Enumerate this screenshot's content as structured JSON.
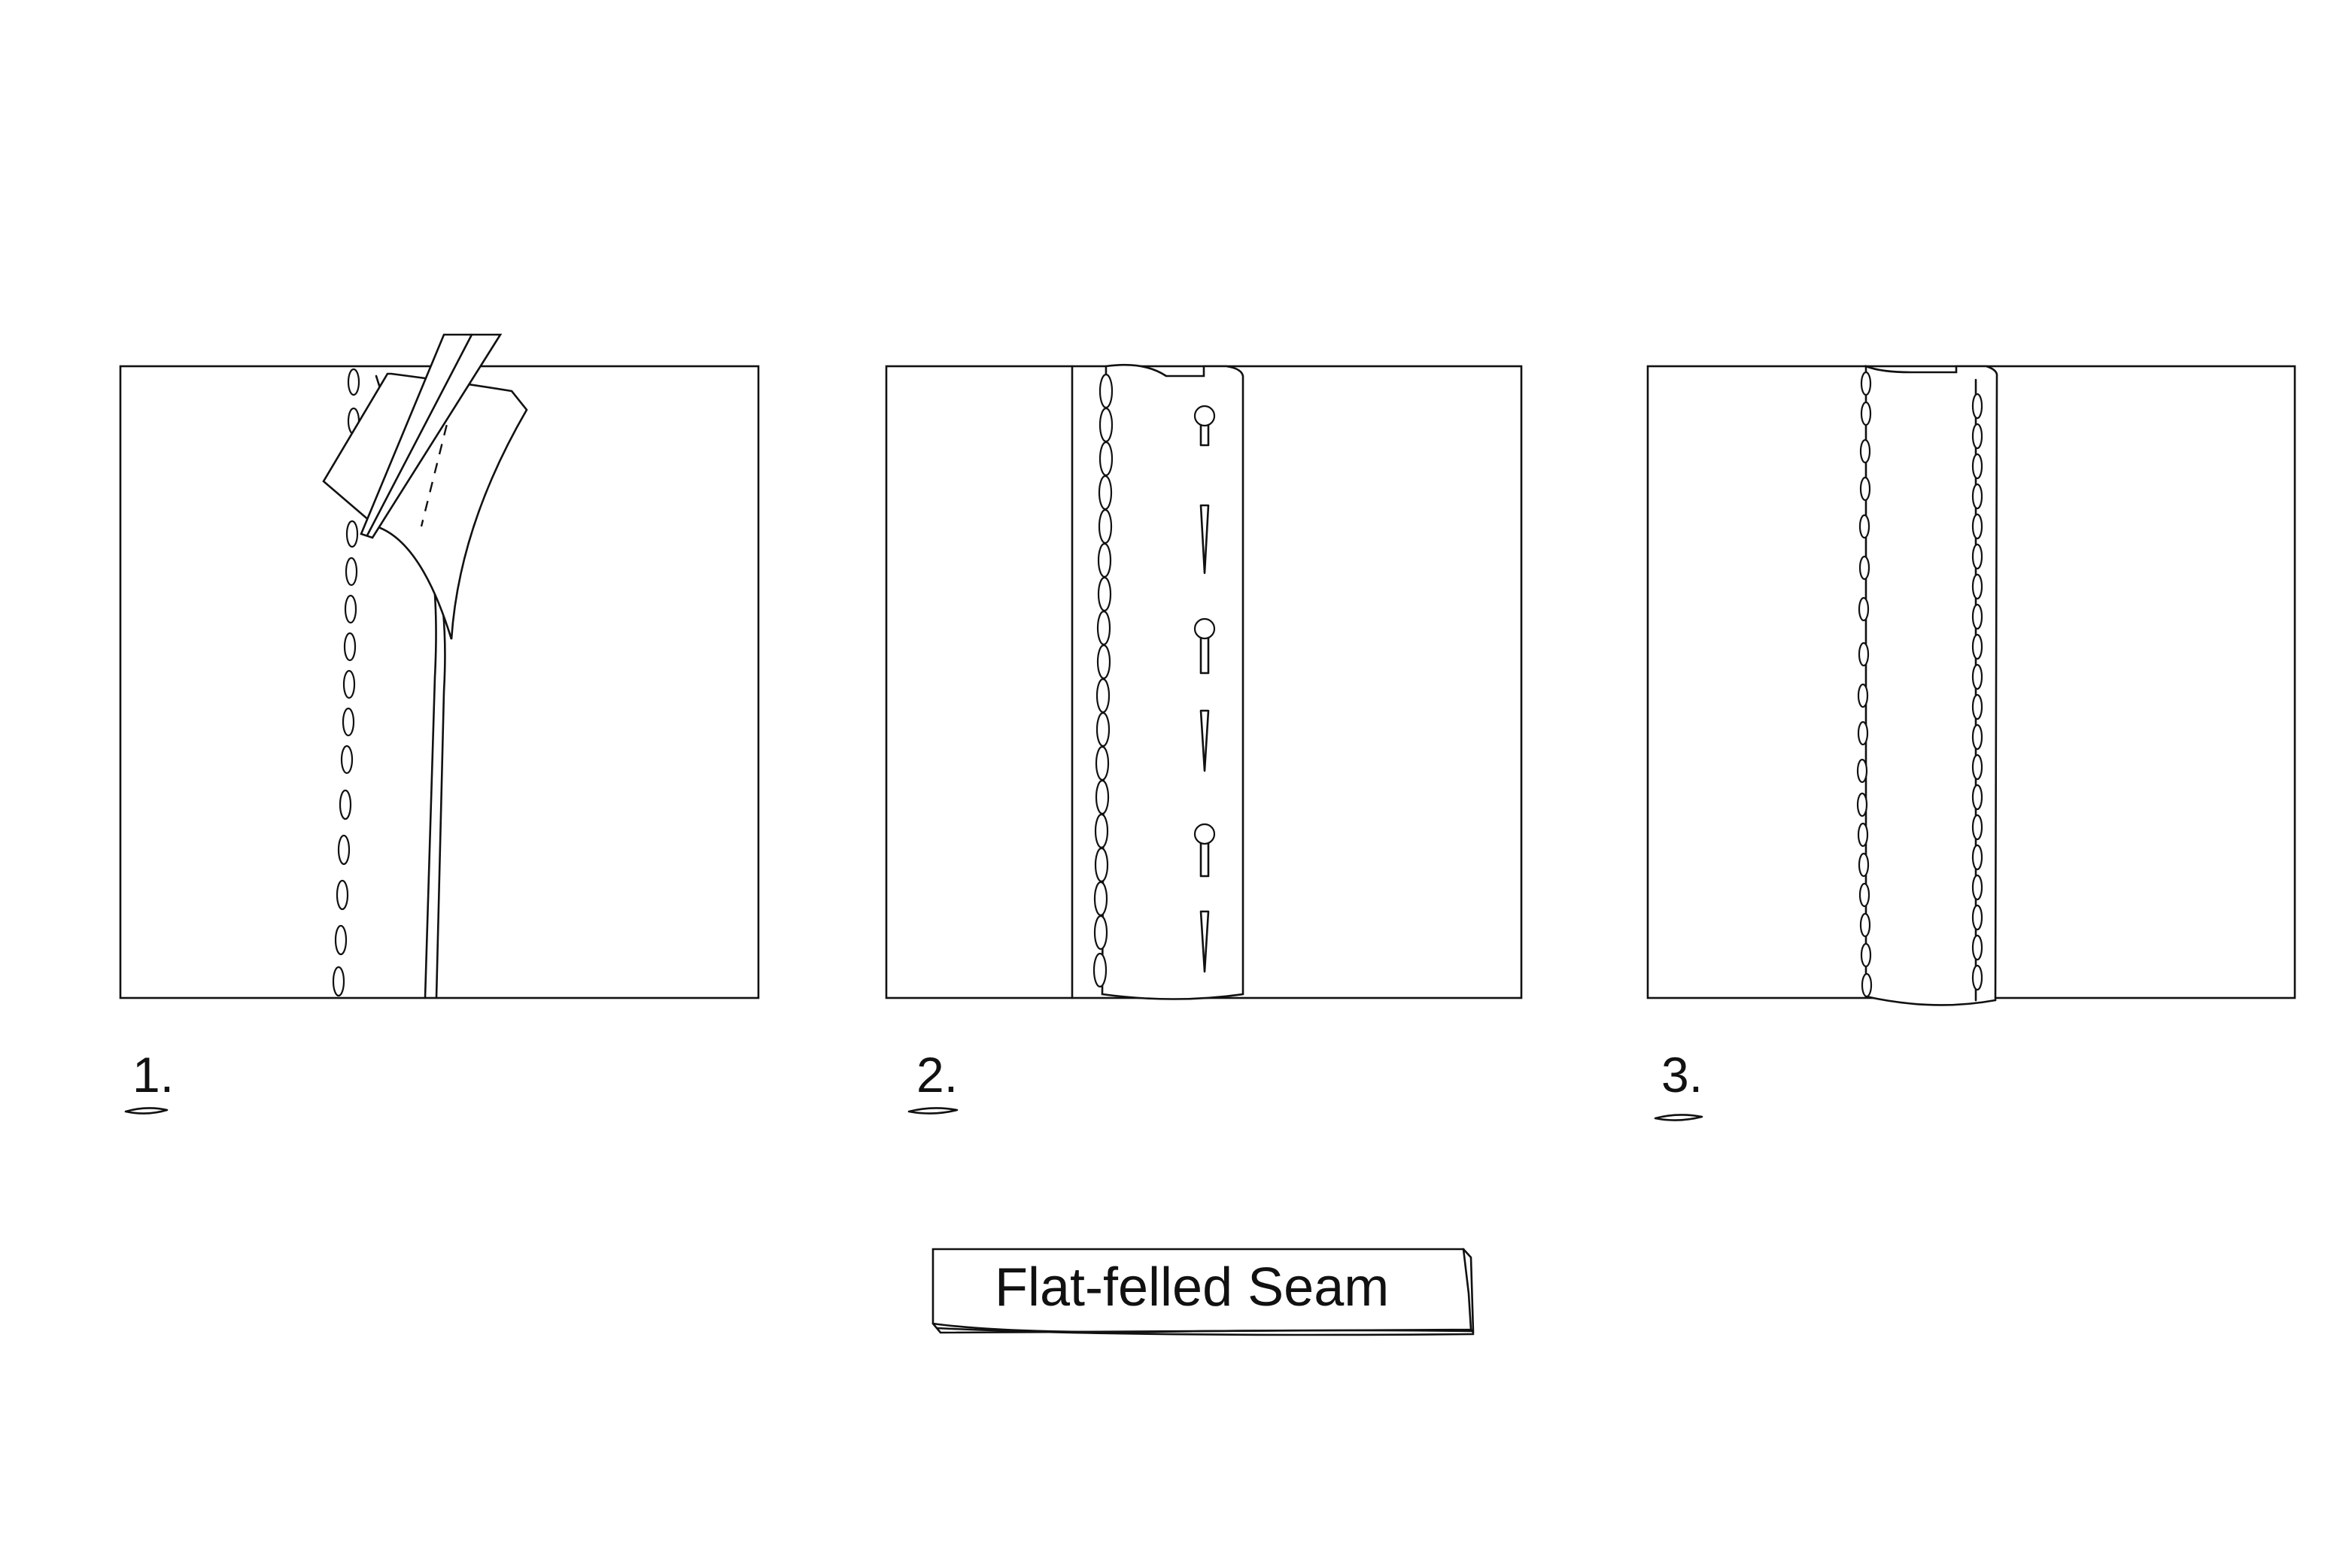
{
  "title": "Flat-felled Seam",
  "steps": [
    {
      "label": "1."
    },
    {
      "label": "2."
    },
    {
      "label": "3."
    }
  ]
}
